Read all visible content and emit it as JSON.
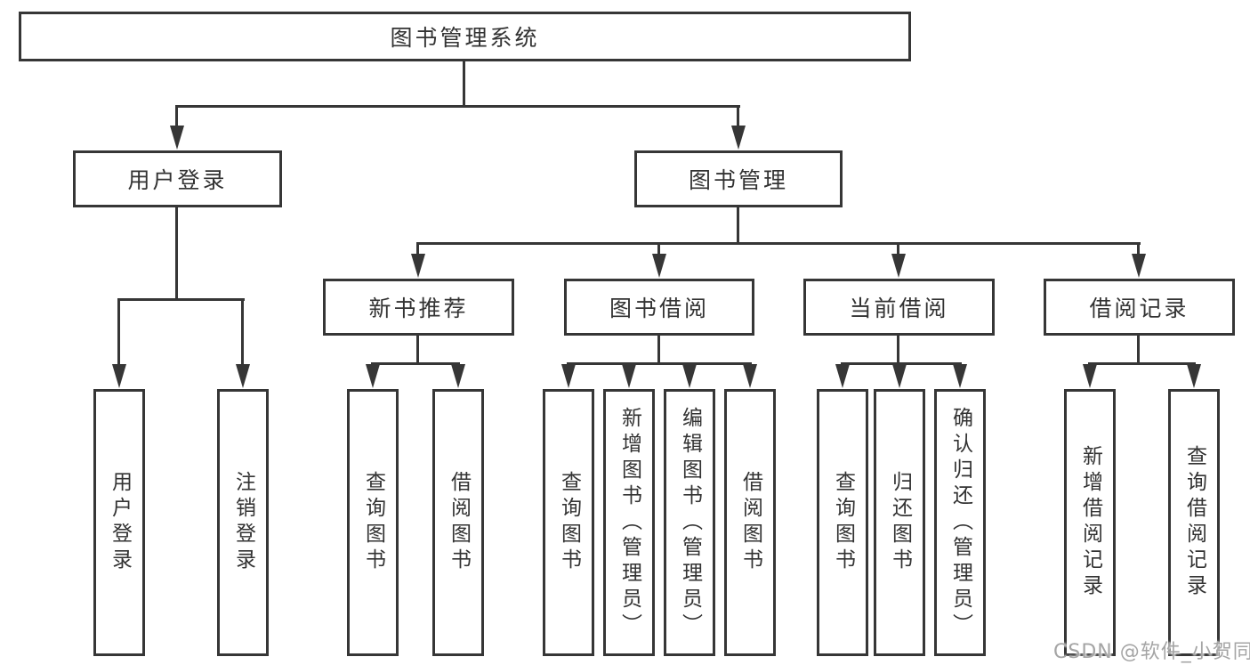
{
  "diagram": {
    "title": "图书管理系统",
    "root": {
      "label": "图书管理系统"
    },
    "level2": [
      {
        "label": "用户登录"
      },
      {
        "label": "图书管理"
      }
    ],
    "level3": [
      {
        "label": "新书推荐"
      },
      {
        "label": "图书借阅"
      },
      {
        "label": "当前借阅"
      },
      {
        "label": "借阅记录"
      }
    ],
    "leaves": [
      {
        "label": "用户登录"
      },
      {
        "label": "注销登录"
      },
      {
        "label": "查询图书"
      },
      {
        "label": "借阅图书"
      },
      {
        "label": "查询图书"
      },
      {
        "label": "新增图书（管理员）"
      },
      {
        "label": "编辑图书（管理员）"
      },
      {
        "label": "借阅图书"
      },
      {
        "label": "查询图书"
      },
      {
        "label": "归还图书"
      },
      {
        "label": "确认归还（管理员）"
      },
      {
        "label": "新增借阅记录"
      },
      {
        "label": "查询借阅记录"
      }
    ],
    "watermark": "CSDN @软件_小贺同学",
    "colors": {
      "line": "#363636",
      "text": "#333333",
      "background": "#ffffff",
      "watermark": "#a5a5a5"
    }
  }
}
